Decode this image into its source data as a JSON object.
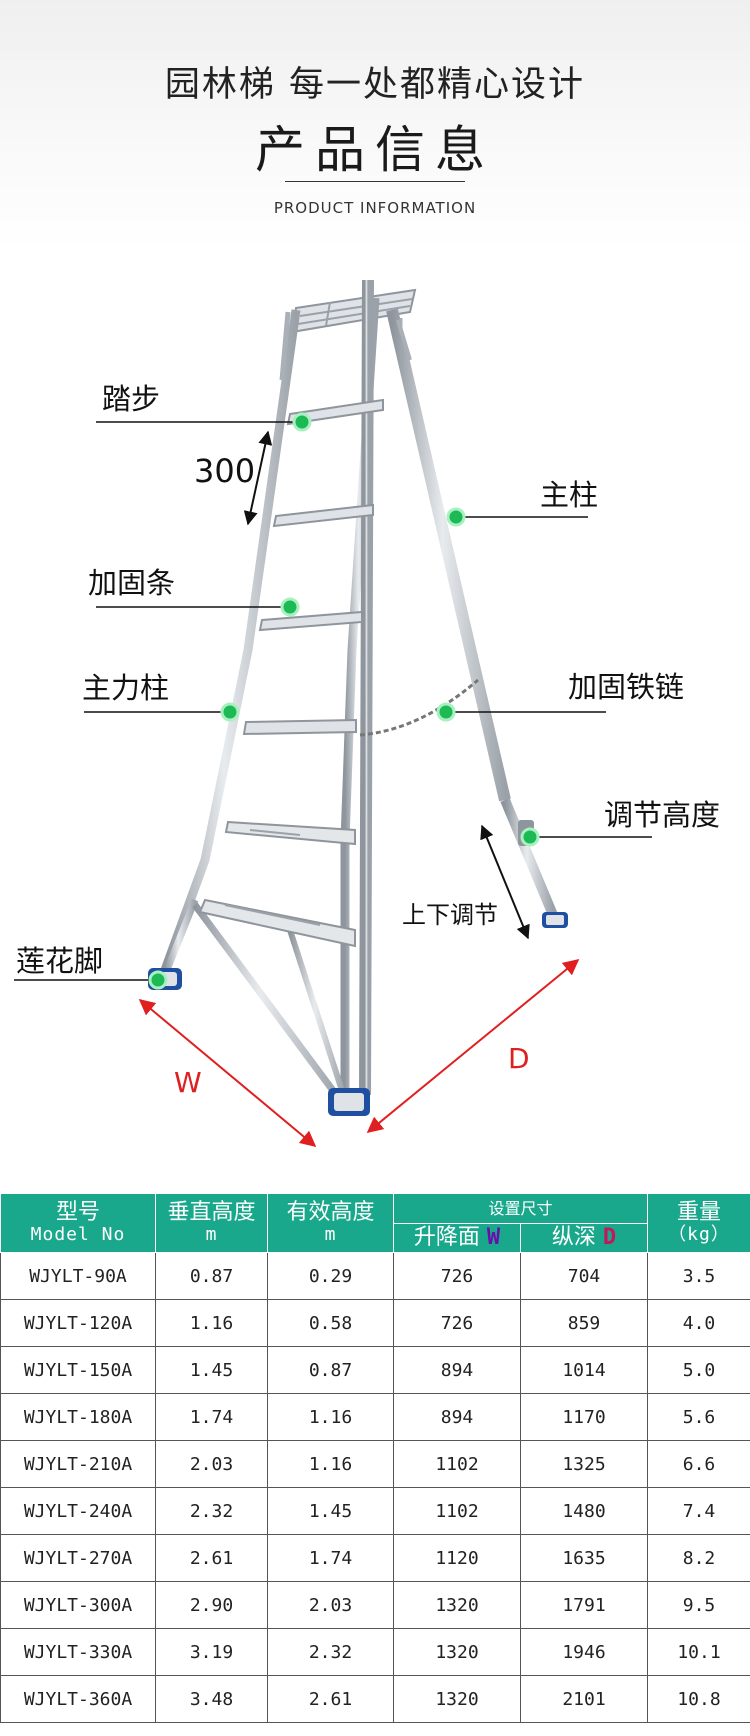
{
  "header": {
    "slogan": "园林梯 每一处都精心设计",
    "title": "产品信息",
    "subtitle": "PRODUCT INFORMATION"
  },
  "diagram": {
    "labels": {
      "tread": "踏步",
      "step_spacing": "300",
      "brace": "加固条",
      "main_leg": "主力柱",
      "lotus_foot": "莲花脚",
      "main_post": "主柱",
      "chain": "加固铁链",
      "height_adjust": "调节高度",
      "up_down": "上下调节",
      "width": "W",
      "depth": "D"
    },
    "colors": {
      "marker": "#1db954",
      "arrow": "#e02020",
      "frame": "#b9bfc6",
      "foot": "#1f4fa0"
    }
  },
  "table": {
    "headers": {
      "model_cn": "型号",
      "model_en": "Model No",
      "vertical_height": "垂直高度",
      "vertical_unit": "m",
      "effective_height": "有效高度",
      "effective_unit": "m",
      "setup_size": "设置尺寸",
      "lift_face": "升降面",
      "lift_face_letter": "W",
      "depth": "纵深",
      "depth_letter": "D",
      "weight": "重量",
      "weight_unit": "（kg）"
    },
    "header_color": "#1aa88c",
    "rows": [
      [
        "WJYLT-90A",
        "0.87",
        "0.29",
        "726",
        "704",
        "3.5"
      ],
      [
        "WJYLT-120A",
        "1.16",
        "0.58",
        "726",
        "859",
        "4.0"
      ],
      [
        "WJYLT-150A",
        "1.45",
        "0.87",
        "894",
        "1014",
        "5.0"
      ],
      [
        "WJYLT-180A",
        "1.74",
        "1.16",
        "894",
        "1170",
        "5.6"
      ],
      [
        "WJYLT-210A",
        "2.03",
        "1.16",
        "1102",
        "1325",
        "6.6"
      ],
      [
        "WJYLT-240A",
        "2.32",
        "1.45",
        "1102",
        "1480",
        "7.4"
      ],
      [
        "WJYLT-270A",
        "2.61",
        "1.74",
        "1120",
        "1635",
        "8.2"
      ],
      [
        "WJYLT-300A",
        "2.90",
        "2.03",
        "1320",
        "1791",
        "9.5"
      ],
      [
        "WJYLT-330A",
        "3.19",
        "2.32",
        "1320",
        "1946",
        "10.1"
      ],
      [
        "WJYLT-360A",
        "3.48",
        "2.61",
        "1320",
        "2101",
        "10.8"
      ]
    ]
  }
}
